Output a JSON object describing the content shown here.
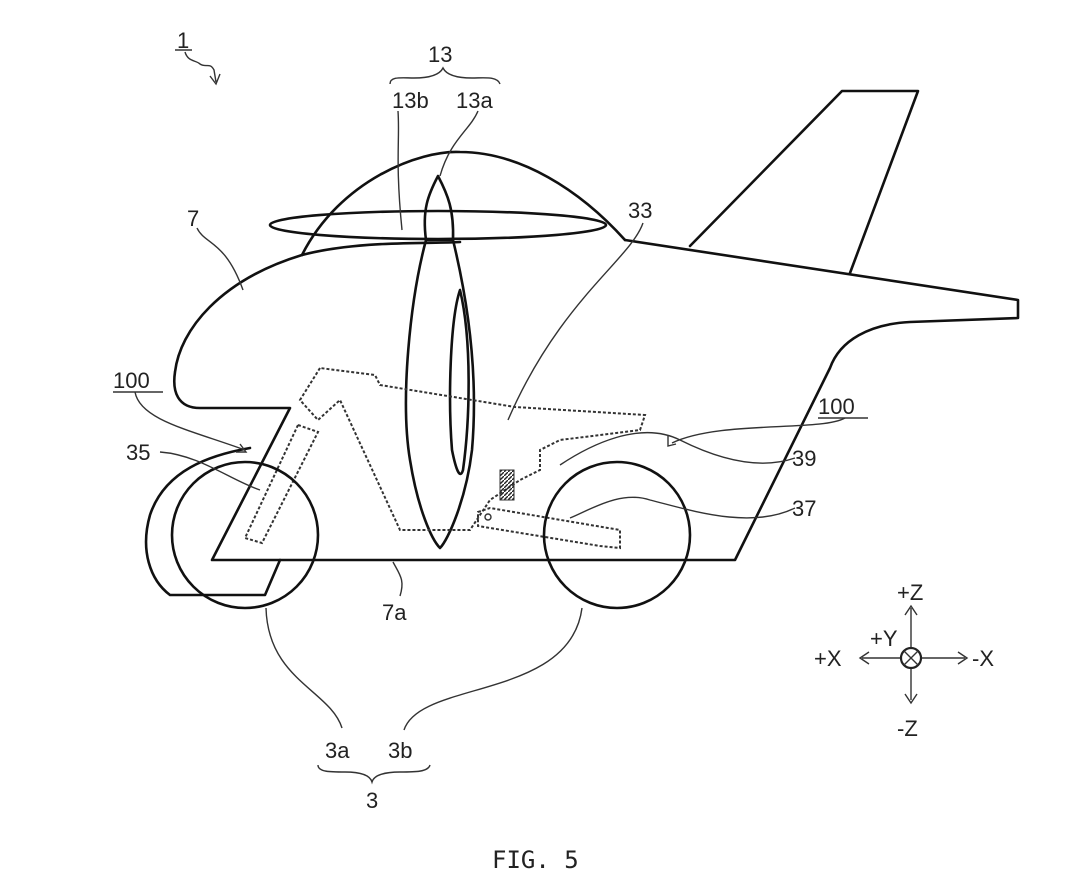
{
  "figure": {
    "caption": "FIG. 5",
    "reference_numeral": "1",
    "labels": {
      "propeller_group": "13",
      "propeller_blade_b": "13b",
      "propeller_hub_a": "13a",
      "body": "7",
      "body_bottom": "7a",
      "frame": "33",
      "suspension_left_underlined": "100",
      "suspension_right_underlined": "100",
      "front_fork": "35",
      "rear_spring": "39",
      "swing_arm": "37",
      "wheel_front": "3a",
      "wheel_rear": "3b",
      "wheels_group": "3"
    },
    "axes": {
      "plus_z": "+Z",
      "minus_z": "-Z",
      "plus_x": "+X",
      "minus_x": "-X",
      "plus_y": "+Y"
    }
  }
}
